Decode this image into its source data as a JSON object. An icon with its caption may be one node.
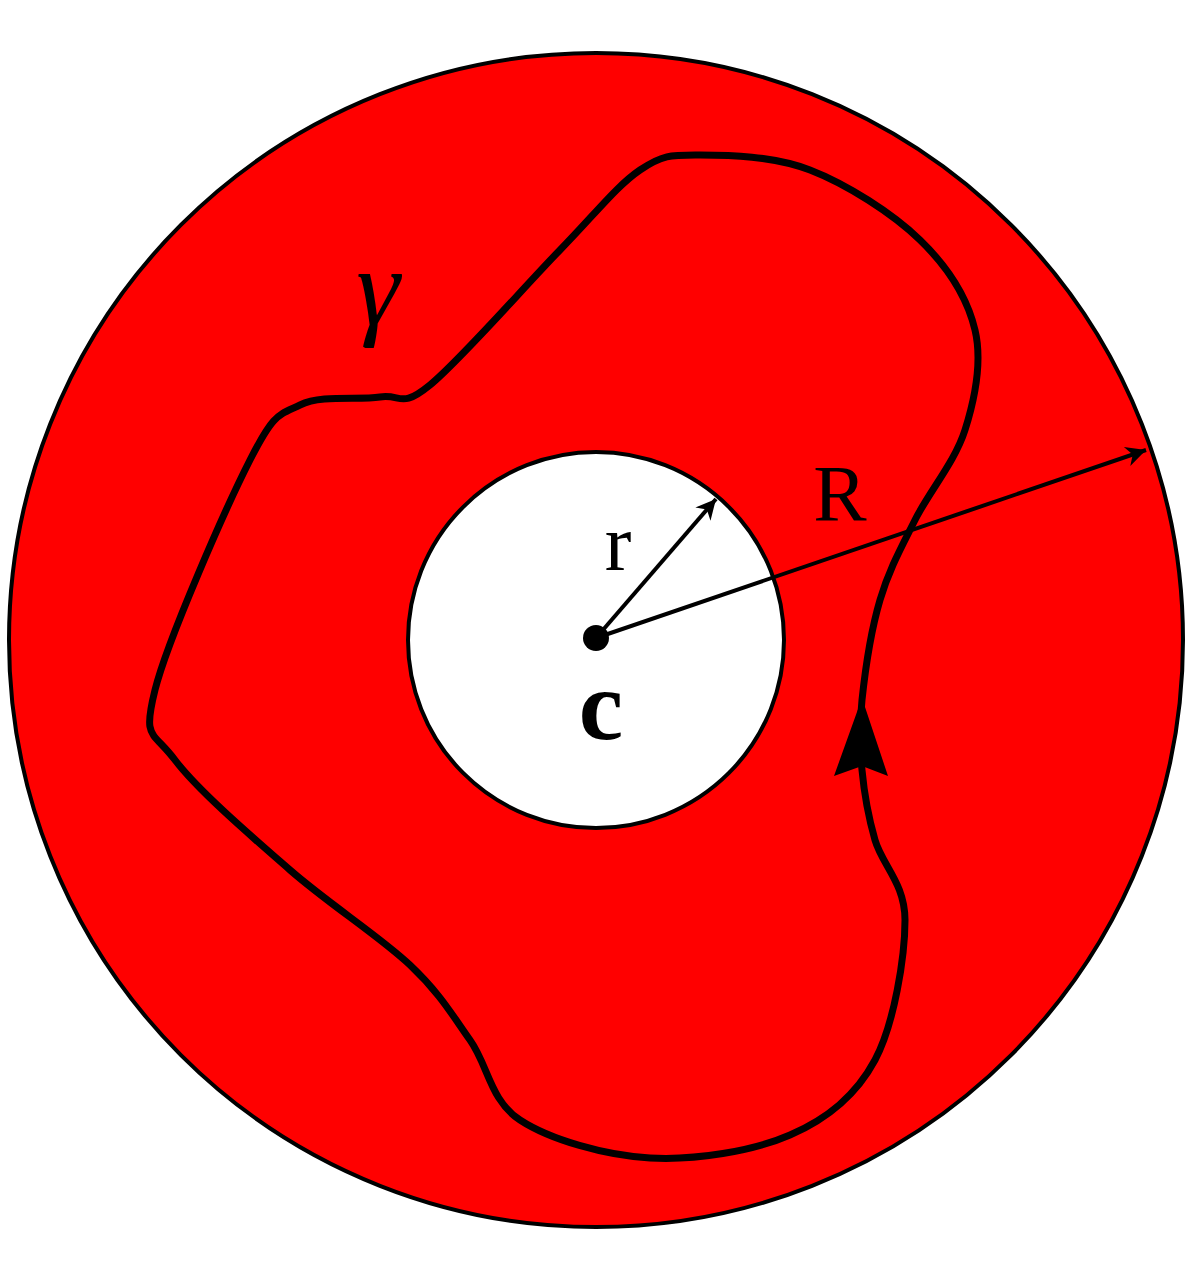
{
  "diagram": {
    "labels": [
      "γ",
      "R",
      "r",
      "c"
    ]
  }
}
